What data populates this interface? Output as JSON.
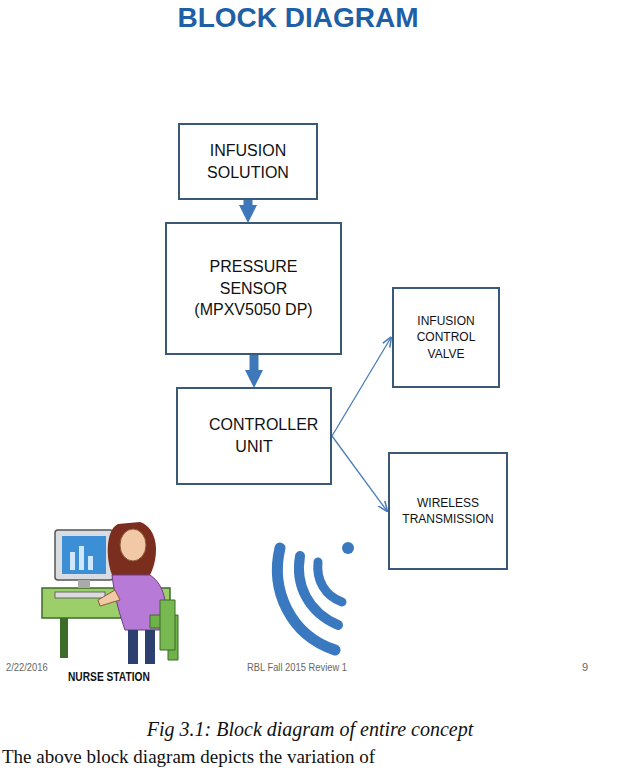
{
  "diagram": {
    "title": "BLOCK DIAGRAM",
    "caption": "Fig 3.1: Block diagram of entire concept",
    "nodes": [
      {
        "text": [
          "INFUSION SOLUTION"
        ]
      },
      {
        "text": [
          "PRESSURE SENSOR (MPXV5050 DP)"
        ]
      },
      {
        "text": [
          "CONTROLLER UNIT"
        ]
      },
      {
        "text": [
          "INFUSION CONTROL VALVE"
        ]
      },
      {
        "text": [
          "WIRELESS TRANSMISSION"
        ]
      }
    ],
    "edges": [
      {
        "from": 0,
        "to": 1,
        "arrow": "to"
      },
      {
        "from": 1,
        "to": 2,
        "arrow": "to"
      },
      {
        "from": 2,
        "to": 3,
        "arrow": "to"
      },
      {
        "from": 2,
        "to": 4,
        "arrow": "to"
      }
    ],
    "labels": [
      "NURSE STATION",
      "2/22/2016",
      "RBL Fall 2015 Review 1",
      "9",
      "The above block diagram depicts the variation of"
    ]
  }
}
